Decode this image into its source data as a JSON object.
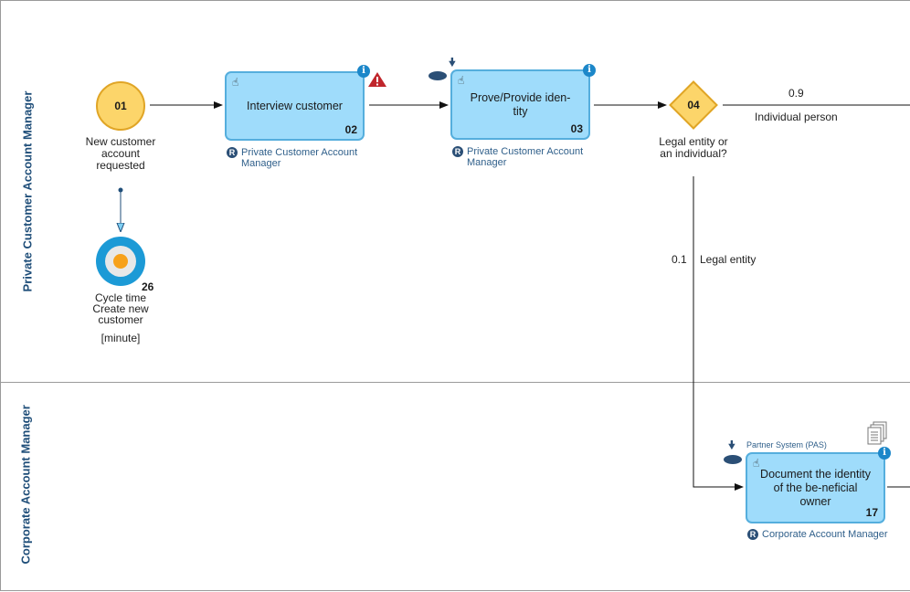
{
  "lanes": [
    {
      "title": "Private Customer Account Manager"
    },
    {
      "title": "Corporate Account Manager"
    }
  ],
  "start_event": {
    "number": "01",
    "label": "New customer account requested"
  },
  "kpi": {
    "value": "26",
    "label": "Cycle time Create new customer",
    "unit": "[minute]"
  },
  "tasks": [
    {
      "id": "02",
      "label": "Interview customer",
      "role": "Private Customer Account Manager"
    },
    {
      "id": "03",
      "label": "Prove/Provide iden-tity",
      "role": "Private Customer Account Manager"
    },
    {
      "id": "17",
      "label": "Document the identity of the be-neficial owner",
      "role": "Corporate Account Manager",
      "system": "Partner System (PAS)"
    }
  ],
  "gateway": {
    "number": "04",
    "label": "Legal entity or an individual?"
  },
  "flows": {
    "individual": {
      "probability": "0.9",
      "label": "Individual person"
    },
    "legal": {
      "probability": "0.1",
      "label": "Legal entity"
    }
  },
  "badges": {
    "info": "i",
    "role": "R"
  },
  "icons": {
    "warning": "warning-icon",
    "info": "info-icon",
    "manual_task": "hand-icon",
    "document": "document-stack-icon",
    "data_input": "arrow-down-icon",
    "data_store": "data-object-icon"
  },
  "colors": {
    "task_fill": "#9fdcfb",
    "task_border": "#55aedd",
    "event_fill": "#fcd56a",
    "event_border": "#e0a526",
    "kpi_ring": "#1c9ad6",
    "kpi_core": "#f7a11a",
    "warning": "#c0262c",
    "lane_title": "#1f4e79"
  }
}
